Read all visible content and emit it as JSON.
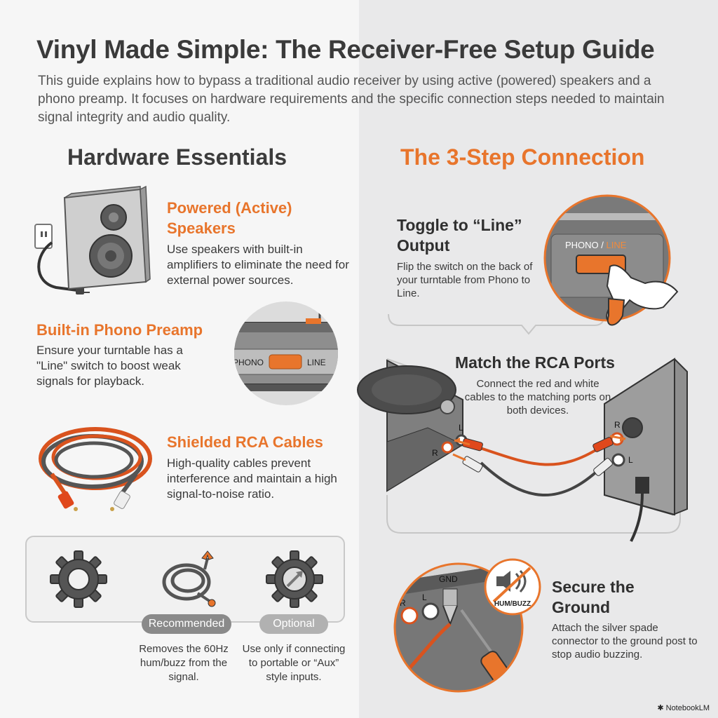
{
  "title": "Vinyl Made Simple: The Receiver-Free Setup Guide",
  "intro": "This guide explains how to bypass a traditional audio receiver by using active (powered) speakers and a phono preamp. It focuses on hardware requirements and the specific connection steps needed to maintain signal integrity and audio quality.",
  "hardware": {
    "heading": "Hardware Essentials",
    "items": [
      {
        "title": "Powered (Active) Speakers",
        "desc": "Use speakers with built-in amplifiers to eliminate the need for external power sources."
      },
      {
        "title": "Built-in Phono Preamp",
        "desc": "Ensure your turntable has a \"Line\" switch to boost weak signals for playback."
      },
      {
        "title": "Shielded RCA Cables",
        "desc": "High-quality cables prevent interference and maintain a high signal-to-noise ratio."
      }
    ]
  },
  "options": [
    {
      "badge": "Recommended",
      "desc": "Removes the 60Hz hum/buzz from the signal."
    },
    {
      "badge": "Optional",
      "desc": "Use only if connecting to portable or “Aux” style inputs."
    }
  ],
  "steps": {
    "heading": "The 3-Step Connection",
    "items": [
      {
        "title": "Toggle to “Line” Output",
        "desc": "Flip the switch on the back of your turntable from Phono to Line."
      },
      {
        "title": "Match the RCA Ports",
        "desc": "Connect the red and white cables to the matching ports on both devices."
      },
      {
        "title": "Secure the Ground",
        "desc": "Attach the silver spade connector to the ground post to stop audio buzzing."
      }
    ]
  },
  "labels": {
    "phono_line_phono": "PHONO / ",
    "phono_line_line": "LINE",
    "switch_phono": "PHONO",
    "switch_line": "LINE",
    "port_r": "R",
    "port_l": "L",
    "gnd": "GND",
    "hum_buzz": "HUM/BUZZ"
  },
  "brand": "NotebookLM",
  "colors": {
    "accent": "#e8752c",
    "dark": "#3a3a3a",
    "panel": "#e9e9ea"
  }
}
